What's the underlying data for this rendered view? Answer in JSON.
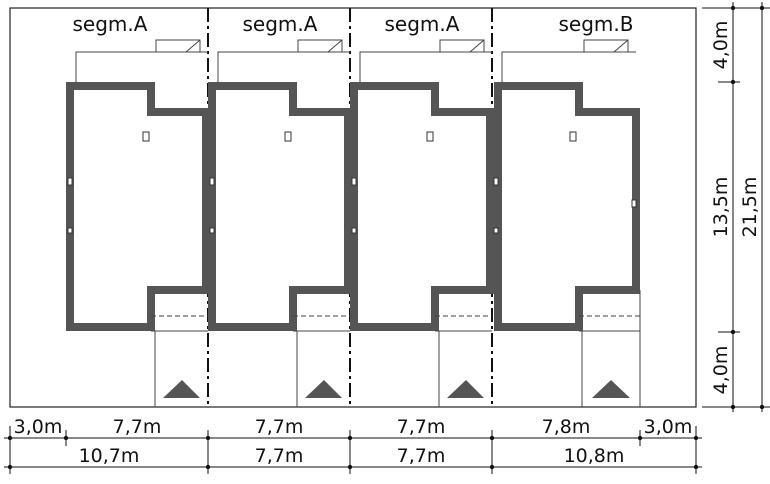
{
  "segments": [
    {
      "label": "segm.A"
    },
    {
      "label": "segm.A"
    },
    {
      "label": "segm.A"
    },
    {
      "label": "segm.B"
    }
  ],
  "dimensions": {
    "row1": [
      "3,0m",
      "7,7m",
      "7,7m",
      "7,7m",
      "7,8m",
      "3,0m"
    ],
    "row2": [
      "10,7m",
      "7,7m",
      "7,7m",
      "10,8m"
    ],
    "right_inner": [
      "4,0m",
      "13,5m",
      "4,0m"
    ],
    "right_total": "21,5m"
  },
  "colors": {
    "wall": "#555555",
    "line": "#222222",
    "triangle": "#555555"
  }
}
